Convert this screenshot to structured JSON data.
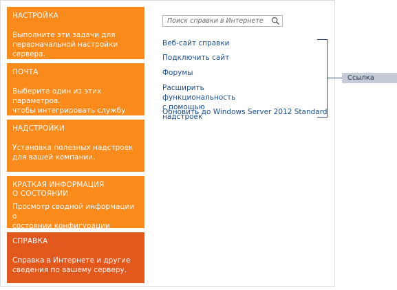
{
  "tiles": {
    "setup": {
      "title": "НАСТРОЙКА",
      "description": "Выполните эти задачи для\nпервоначальной настройки сервера."
    },
    "mail": {
      "title": "ПОЧТА",
      "description": "Выберите один из этих параметров,\nчтобы интегрировать службу\nэлектронной почты с сервером."
    },
    "addins": {
      "title": "НАДСТРОЙКИ",
      "description": "Установка полезных надстроек\nдля вашей компании."
    },
    "status": {
      "title": "КРАТКАЯ ИНФОРМАЦИЯ\nО СОСТОЯНИИ",
      "description": "Просмотр сводной информации о\nсостоянии конфигурации сервера."
    },
    "help": {
      "title": "СПРАВКА",
      "description": "Справка в Интернете и другие\nсведения по вашему серверу."
    }
  },
  "search": {
    "placeholder": "Поиск справки в Интернете",
    "icon": "search-icon"
  },
  "links": [
    "Веб-сайт справки",
    "Подключить сайт",
    "Форумы",
    "Расширить функциональность\nс помощью надстроек",
    "Обновить до Windows Server 2012 Standard"
  ],
  "callout": {
    "label": "Ссылка"
  },
  "colors": {
    "tile": "#fa8a1a",
    "tile_selected": "#e3581c",
    "link": "#1a4f8f",
    "callout_bg": "#c4cbd6",
    "bracket": "#2b4e7e"
  }
}
